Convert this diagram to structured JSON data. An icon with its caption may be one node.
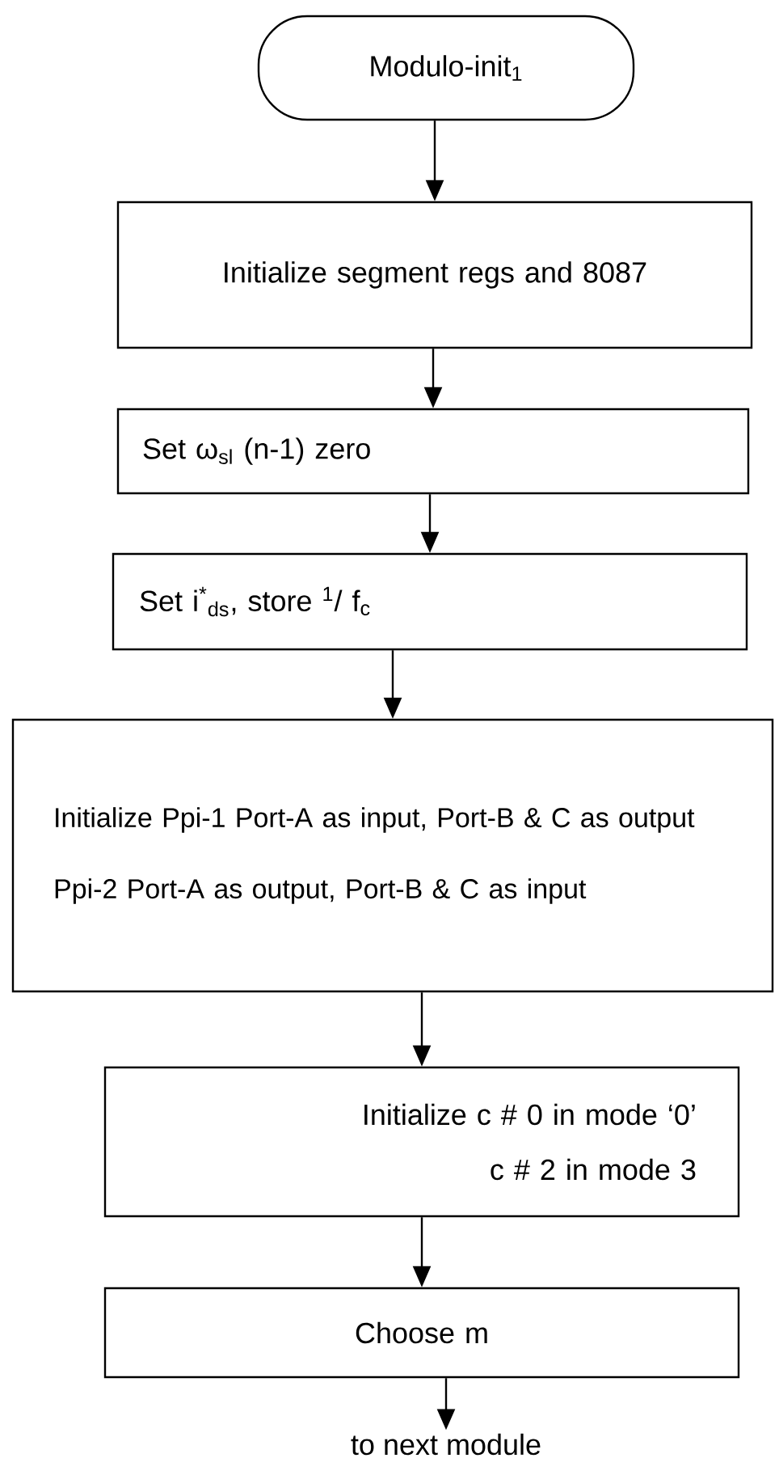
{
  "diagram": {
    "nodes": [
      {
        "text": [
          "Modulo-init$_{1}$"
        ]
      },
      {
        "text": [
          "Initialize segment regs and 8087"
        ]
      },
      {
        "text": [
          "Set ω$_{sl}$ (n-1) zero"
        ]
      },
      {
        "text": [
          "Set i$^{*}$$_{ds}$, store $^{1}$/ f$_{c}$"
        ]
      },
      {
        "text": [
          "Initialize Ppi-1 Port-A as input, Port-B & C as output",
          "Ppi-2 Port-A as output, Port-B & C as input"
        ]
      },
      {
        "text": [
          "Initialize c # 0 in mode ‘0’",
          "c # 2 in mode 3"
        ]
      },
      {
        "text": [
          "Choose m"
        ]
      },
      {
        "text": [
          "to next module"
        ]
      }
    ],
    "edges": [
      {
        "from": 0,
        "to": 1,
        "arrow": "to"
      },
      {
        "from": 1,
        "to": 2,
        "arrow": "to"
      },
      {
        "from": 2,
        "to": 3,
        "arrow": "to"
      },
      {
        "from": 3,
        "to": 4,
        "arrow": "to"
      },
      {
        "from": 4,
        "to": 5,
        "arrow": "to"
      },
      {
        "from": 5,
        "to": 6,
        "arrow": "to"
      },
      {
        "from": 6,
        "to": 7,
        "arrow": "to"
      }
    ]
  }
}
